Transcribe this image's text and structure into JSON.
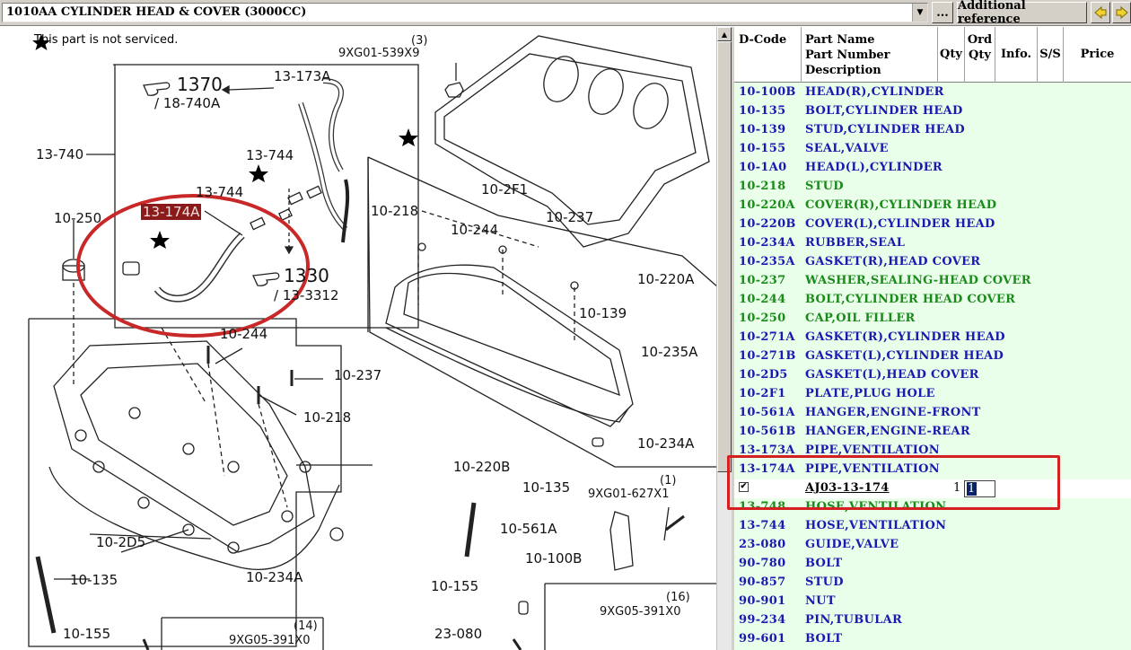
{
  "toolbar": {
    "group_title": "1010AA  CYLINDER HEAD & COVER (3000CC)",
    "combo_arrow_icon": "chevron-down-icon",
    "dots_label": "...",
    "additional_reference_label": "Additional reference",
    "prev_icon": "arrow-left-icon",
    "next_icon": "arrow-right-icon"
  },
  "diagram": {
    "not_serviced_note": "This part is not serviced.",
    "labels": {
      "l_9xg01_539x9": "9XG01-539X9",
      "l_3": "(3)",
      "l_13_173a": "13-173A",
      "l_1370": "1370",
      "l_18_740a": "/ 18-740A",
      "l_13_740": "13-740",
      "l_13_744a": "13-744",
      "l_13_744b": "13-744",
      "l_13_174a": "13-174A",
      "l_10_250": "10-250",
      "l_1330": "1330",
      "l_13_3312": "/ 13-3312",
      "l_10_2f1": "10-2F1",
      "l_10_237a": "10-237",
      "l_10_218a": "10-218",
      "l_10_244a": "10-244",
      "l_10_220a": "10-220A",
      "l_10_139": "10-139",
      "l_10_244b": "10-244",
      "l_10_235a": "10-235A",
      "l_10_237b": "10-237",
      "l_10_218b": "10-218",
      "l_10_234a_a": "10-234A",
      "l_10_220b": "10-220B",
      "l_10_135a": "10-135",
      "l_1": "(1)",
      "l_9xg01_627x1": "9XG01-627X1",
      "l_10_561a": "10-561A",
      "l_10_2d5": "10-2D5",
      "l_10_234a_b": "10-234A",
      "l_10_100b": "10-100B",
      "l_10_135b": "10-135",
      "l_10_155a": "10-155",
      "l_16": "(16)",
      "l_9xg05_391x0a": "9XG05-391X0",
      "l_14": "(14)",
      "l_9xg05_391x0b": "9XG05-391X0",
      "l_10_155b": "10-155",
      "l_23_080": "23-080"
    }
  },
  "parts_table": {
    "headers": {
      "dcode": "D-Code",
      "part_name": "Part Name",
      "part_number": "Part Number",
      "description": "Description",
      "qty": "Qty",
      "ord": "Ord",
      "ord_qty": "Qty",
      "info": "Info.",
      "ss": "S/S",
      "price": "Price"
    },
    "rows": [
      {
        "code": "10-100B",
        "name": "HEAD(R),CYLINDER",
        "color": "blue"
      },
      {
        "code": "10-135",
        "name": "BOLT,CYLINDER HEAD",
        "color": "blue"
      },
      {
        "code": "10-139",
        "name": "STUD,CYLINDER HEAD",
        "color": "blue"
      },
      {
        "code": "10-155",
        "name": "SEAL,VALVE",
        "color": "blue"
      },
      {
        "code": "10-1A0",
        "name": "HEAD(L),CYLINDER",
        "color": "blue"
      },
      {
        "code": "10-218",
        "name": "STUD",
        "color": "green"
      },
      {
        "code": "10-220A",
        "name": "COVER(R),CYLINDER HEAD",
        "color": "green"
      },
      {
        "code": "10-220B",
        "name": "COVER(L),CYLINDER HEAD",
        "color": "blue"
      },
      {
        "code": "10-234A",
        "name": "RUBBER,SEAL",
        "color": "blue"
      },
      {
        "code": "10-235A",
        "name": "GASKET(R),HEAD COVER",
        "color": "blue"
      },
      {
        "code": "10-237",
        "name": "WASHER,SEALING-HEAD COVER",
        "color": "green"
      },
      {
        "code": "10-244",
        "name": "BOLT,CYLINDER HEAD COVER",
        "color": "green"
      },
      {
        "code": "10-250",
        "name": "CAP,OIL FILLER",
        "color": "green"
      },
      {
        "code": "10-271A",
        "name": "GASKET(R),CYLINDER HEAD",
        "color": "blue"
      },
      {
        "code": "10-271B",
        "name": "GASKET(L),CYLINDER HEAD",
        "color": "blue"
      },
      {
        "code": "10-2D5",
        "name": "GASKET(L),HEAD COVER",
        "color": "blue"
      },
      {
        "code": "10-2F1",
        "name": "PLATE,PLUG HOLE",
        "color": "blue"
      },
      {
        "code": "10-561A",
        "name": "HANGER,ENGINE-FRONT",
        "color": "blue"
      },
      {
        "code": "10-561B",
        "name": "HANGER,ENGINE-REAR",
        "color": "blue"
      },
      {
        "code": "13-173A",
        "name": "PIPE,VENTILATION",
        "color": "blue"
      },
      {
        "code": "13-174A",
        "name": "PIPE,VENTILATION",
        "color": "blue"
      },
      {
        "code": "13-748",
        "name": "HOSE,VENTILATION",
        "color": "green"
      },
      {
        "code": "13-744",
        "name": "HOSE,VENTILATION",
        "color": "blue"
      },
      {
        "code": "23-080",
        "name": "GUIDE,VALVE",
        "color": "blue"
      },
      {
        "code": "90-780",
        "name": "BOLT",
        "color": "blue"
      },
      {
        "code": "90-857",
        "name": "STUD",
        "color": "blue"
      },
      {
        "code": "90-901",
        "name": "NUT",
        "color": "blue"
      },
      {
        "code": "99-234",
        "name": "PIN,TUBULAR",
        "color": "blue"
      },
      {
        "code": "99-601",
        "name": "BOLT",
        "color": "blue"
      }
    ],
    "selected_detail": {
      "checked": true,
      "check_mark": "✔",
      "part_number": "AJ03-13-174",
      "qty": "1",
      "ord_qty": "1"
    }
  },
  "colors": {
    "blue_text": "#1a1ab0",
    "green_text": "#1a8a1a",
    "row_bg": "#eaffea",
    "highlight_box": "#d42020",
    "circle": "#c82828"
  }
}
